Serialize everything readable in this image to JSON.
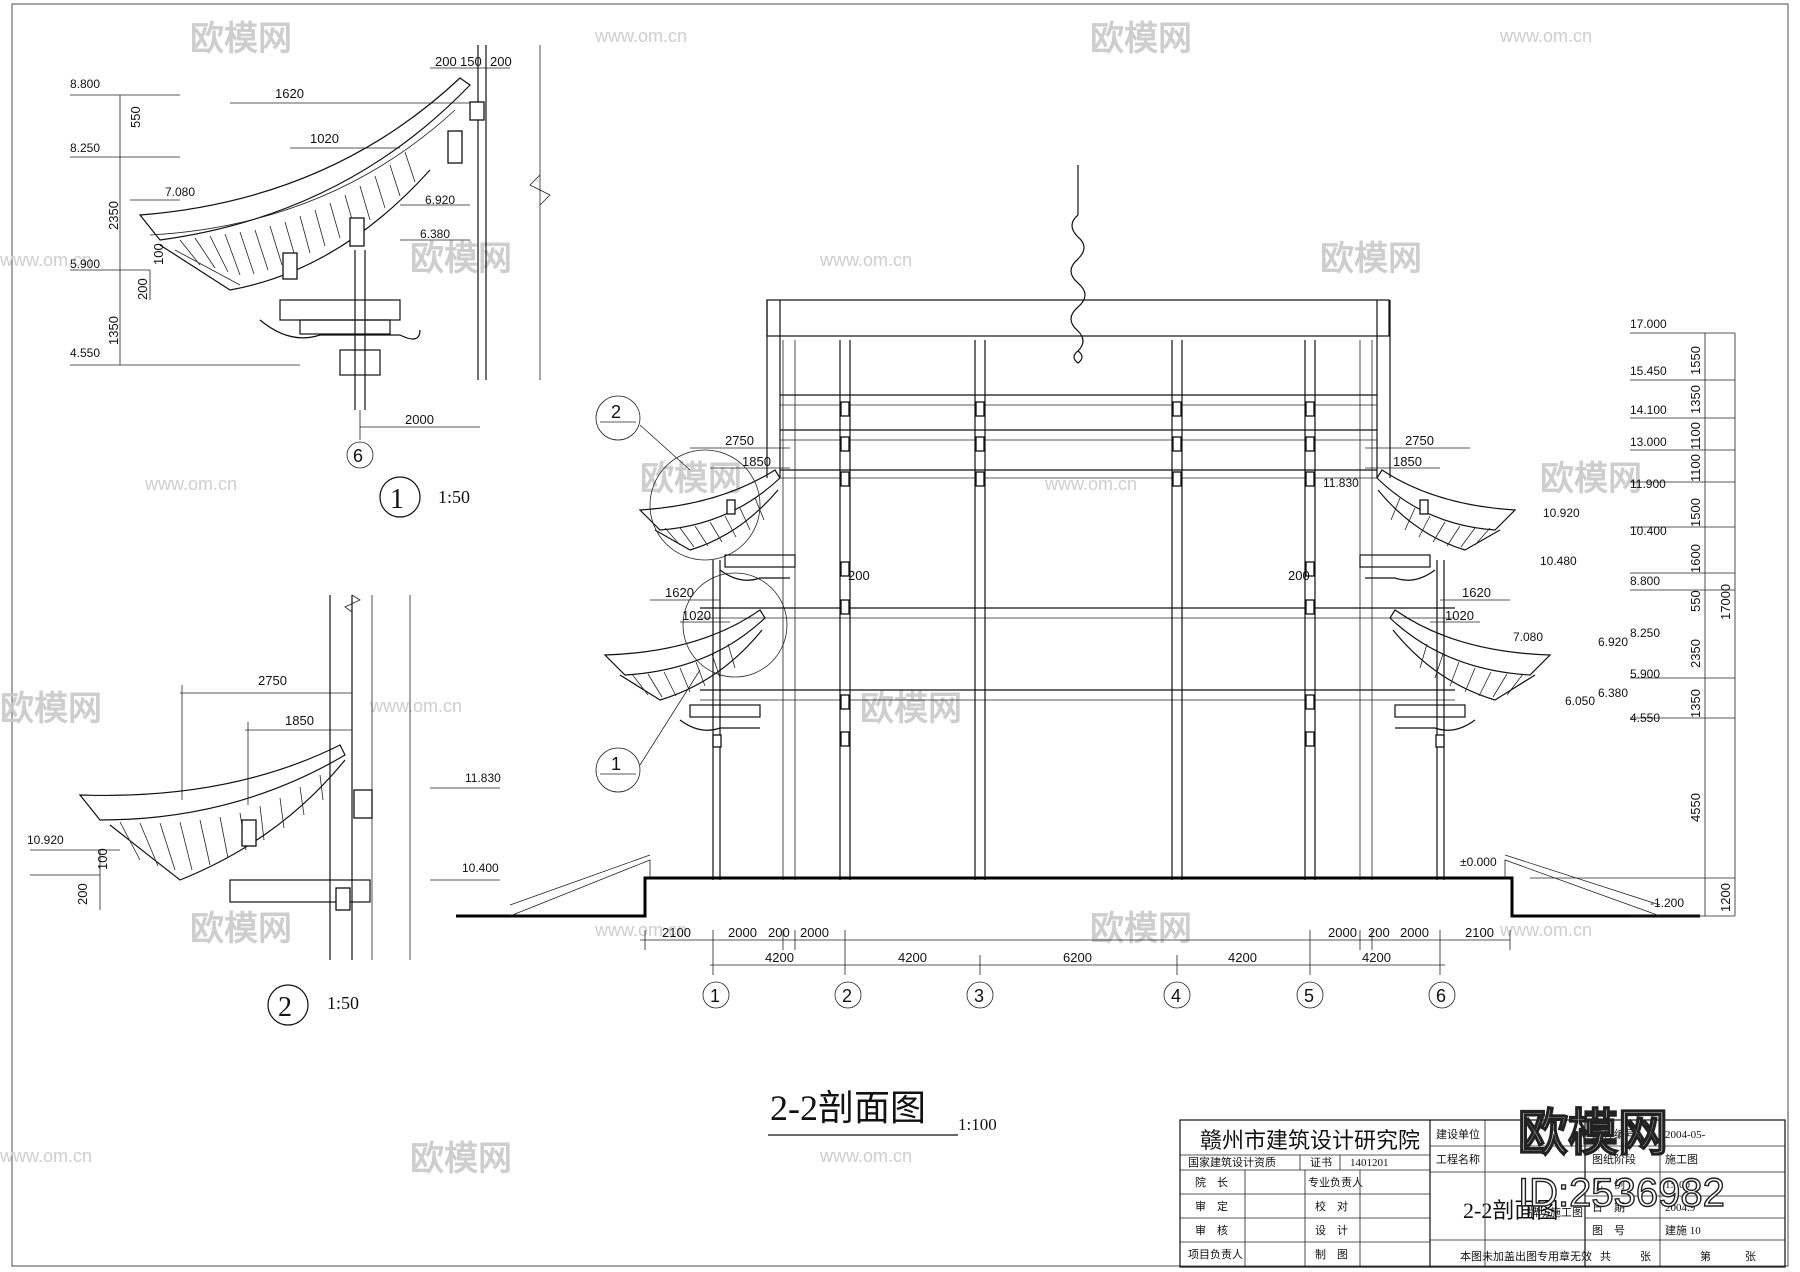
{
  "detail1": {
    "scale": "1:50",
    "label": "1",
    "dims_top": [
      "200",
      "150",
      "200"
    ],
    "dims_h": [
      "1620",
      "1020",
      "2000"
    ],
    "dims_v": [
      "550",
      "2350",
      "200",
      "100",
      "1350"
    ],
    "elevations": [
      "8.800",
      "8.250",
      "7.080",
      "6.920",
      "6.380",
      "5.900",
      "4.550"
    ],
    "axis": "6"
  },
  "detail2": {
    "scale": "1:50",
    "label": "2",
    "dims_h": [
      "2750",
      "1850"
    ],
    "dims_v": [
      "100",
      "200"
    ],
    "elevations": [
      "11.830",
      "10.920",
      "10.400"
    ]
  },
  "section": {
    "title": "2-2剖面图",
    "scale": "1:100",
    "callout1": "1",
    "callout2": "2",
    "axes": [
      "1",
      "2",
      "3",
      "4",
      "5",
      "6"
    ],
    "bottom_dims_row1": [
      "2100",
      "2000",
      "200",
      "2000",
      "2000",
      "200",
      "2000",
      "2100"
    ],
    "bottom_dims_row2": [
      "4200",
      "4200",
      "6200",
      "4200",
      "4200"
    ],
    "left_dims": [
      "2750",
      "1850",
      "200",
      "1620",
      "1020"
    ],
    "right_dims": [
      "2750",
      "1850",
      "200",
      "1620",
      "1020"
    ],
    "right_elevations": [
      "17.000",
      "15.450",
      "14.100",
      "13.000",
      "11.900",
      "11.830",
      "10.920",
      "10.400",
      "10.480",
      "8.800",
      "8.250",
      "7.080",
      "6.920",
      "5.900",
      "6.050",
      "6.380",
      "4.550",
      "±0.000",
      "-1.200"
    ],
    "right_vdims": [
      "1550",
      "1350",
      "1100",
      "1100",
      "1500",
      "1600",
      "550",
      "2350",
      "1350",
      "4550",
      "1200"
    ],
    "total_height": "17000"
  },
  "titleblock": {
    "institute": "赣州市建筑设计研究院",
    "cert_label": "国家建筑设计资质",
    "cert_no": "1401201",
    "cert_pre": "证书",
    "roles_left": [
      "院　长",
      "审　定",
      "审　核",
      "项目负责人"
    ],
    "roles_mid": [
      "专业负责人",
      "校　对",
      "设　计",
      "制　图"
    ],
    "col_labels": [
      "建设单位",
      "工程名称"
    ],
    "drawing_name": "2-2剖面图",
    "drawing_sub": "牌坊施工图",
    "note": "本图未加盖出图专用章无效",
    "right_labels": [
      "工程编号",
      "图纸阶段",
      "比　例",
      "日　期",
      "图　号"
    ],
    "right_values": [
      "2004-05-",
      "施工图",
      "1:100",
      "2004.9",
      "建施 10"
    ],
    "sign_row": [
      "共",
      "张",
      "第",
      "张"
    ]
  },
  "watermark": {
    "brand": "欧模网",
    "url": "www.om.cn",
    "id": "ID:2536982"
  }
}
